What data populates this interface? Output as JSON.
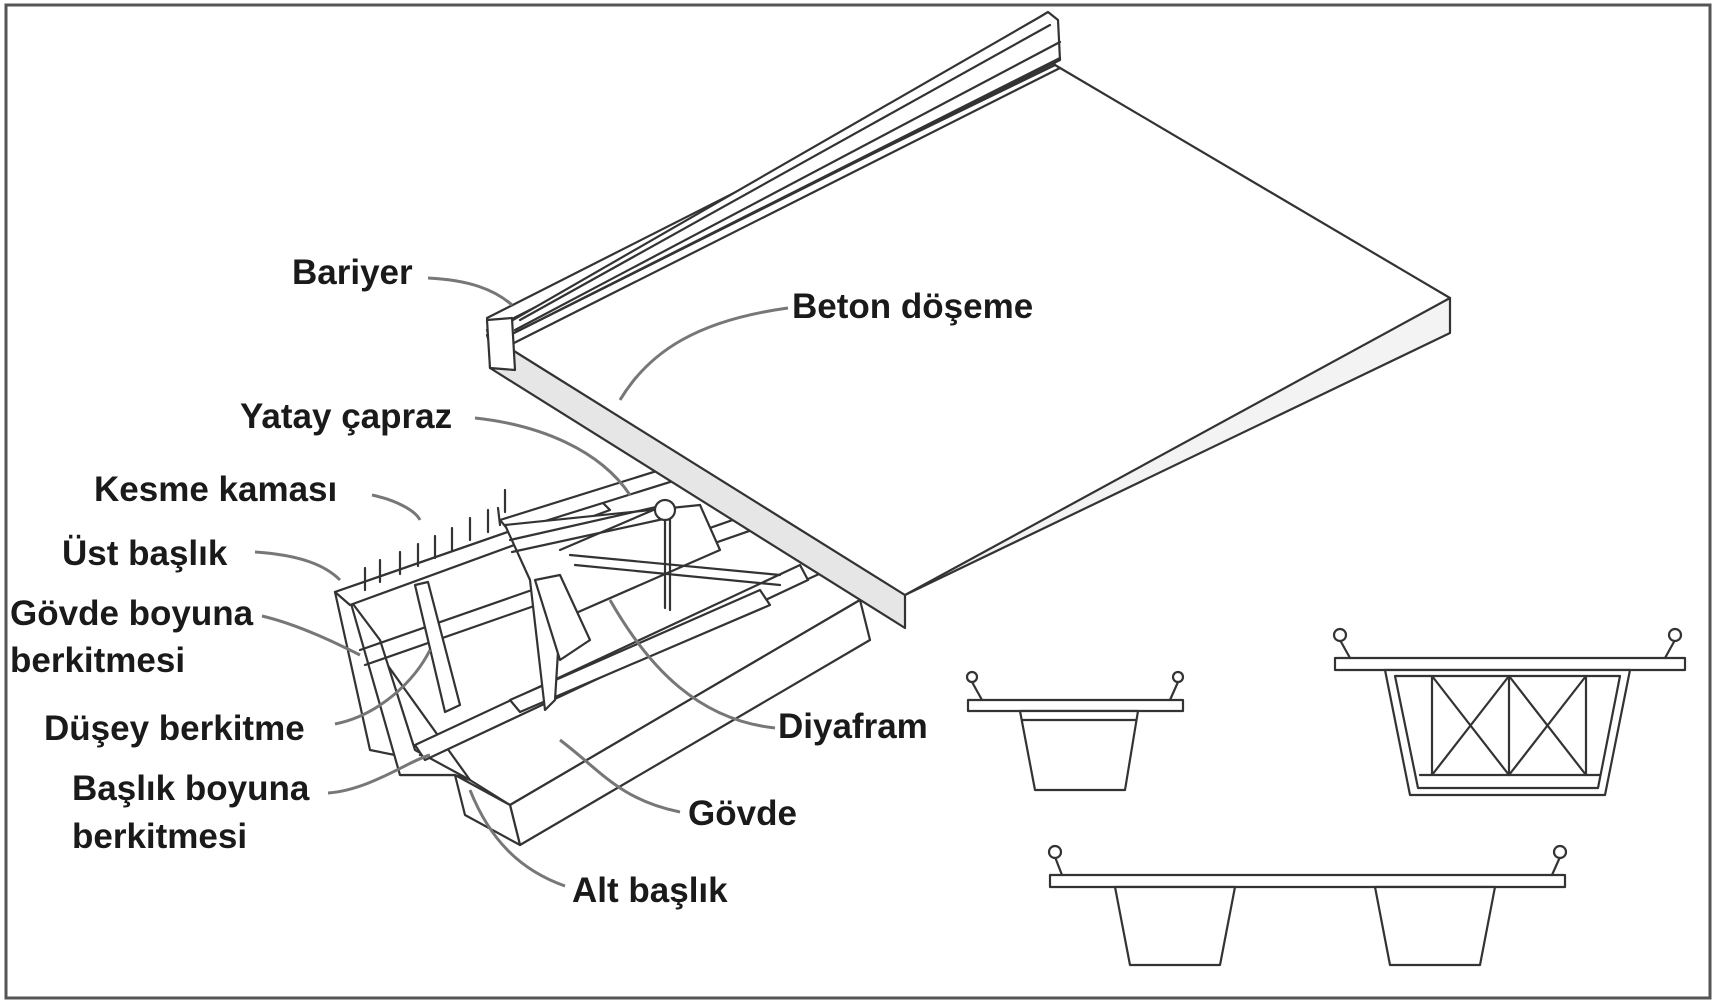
{
  "labels": {
    "bariyer": "Bariyer",
    "beton_doseme": "Beton döşeme",
    "yatay_capraz": "Yatay çapraz",
    "kesme_kamasi": "Kesme kaması",
    "ust_baslik": "Üst başlık",
    "govde_boyuna_1": "Gövde boyuna",
    "govde_boyuna_2": "berkitmesi",
    "dusey_berkitme": "Düşey berkitme",
    "baslik_boyuna_1": "Başlık boyuna",
    "baslik_boyuna_2": "berkitmesi",
    "diyafram": "Diyafram",
    "govde": "Gövde",
    "alt_baslik": "Alt başlık"
  },
  "colors": {
    "line": "#333333",
    "fill": "#ffffff",
    "slab_edge": "#e4e4e4",
    "border": "#555555"
  }
}
